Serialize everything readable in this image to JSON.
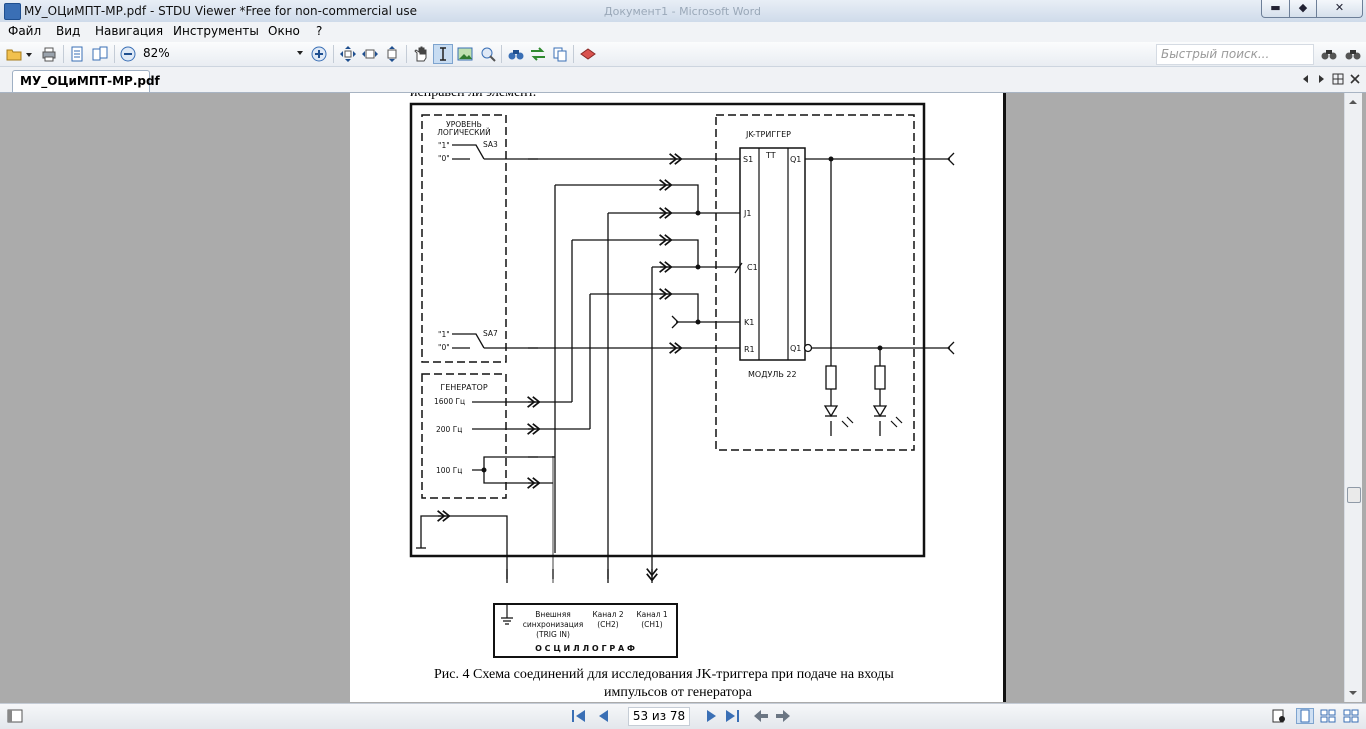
{
  "window": {
    "title": "МУ_ОЦиМПТ-МР.pdf - STDU Viewer *Free for non-commercial use",
    "ghost_title": "Документ1 - Microsoft Word"
  },
  "menu": [
    "Файл",
    "Вид",
    "Навигация",
    "Инструменты",
    "Окно",
    "?"
  ],
  "toolbar": {
    "zoom": "82%",
    "search_placeholder": "Быстрый поиск..."
  },
  "tab": {
    "label": "МУ_ОЦиМПТ-МР.pdf"
  },
  "page": {
    "top_text": "исправен ли элемент.",
    "caption_line1": "Рис. 4 Схема соединений для исследования JK-триггера при подаче на входы",
    "caption_line2": "импульсов от генератора"
  },
  "diagram": {
    "logic_level_label_1": "УРОВЕНЬ",
    "logic_level_label_2": "ЛОГИЧЕСКИЙ",
    "one": "\"1\"",
    "zero": "\"0\"",
    "sa3": "SA3",
    "sa7": "SA7",
    "generator": "ГЕНЕРАТОР",
    "f1600": "1600 Гц",
    "f200": "200 Гц",
    "f100": "100 Гц",
    "jk_trigger": "JK-ТРИГГЕР",
    "tt": "TT",
    "s1": "S1",
    "j1": "J1",
    "c1": "C1",
    "k1": "K1",
    "r1": "R1",
    "q1": "Q1",
    "nq1": "Q1",
    "module": "МОДУЛЬ 22",
    "ext_sync_1": "Внешняя",
    "ext_sync_2": "синхронизация",
    "ext_sync_3": "(TRIG IN)",
    "ch2_1": "Канал 2",
    "ch2_2": "(CH2)",
    "ch1_1": "Канал 1",
    "ch1_2": "(CH1)",
    "oscillograph": "О С Ц И Л Л О Г Р А Ф"
  },
  "status": {
    "page_counter": "53 из 78"
  }
}
